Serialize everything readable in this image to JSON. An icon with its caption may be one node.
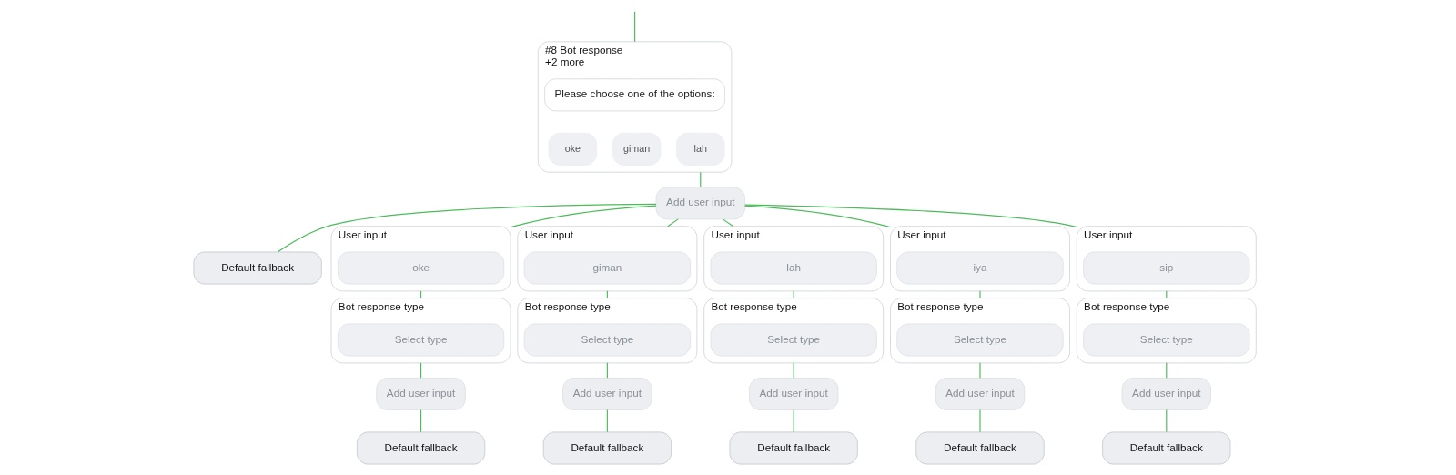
{
  "diagram": {
    "nodes": [
      {
        "text": [
          "#8 Bot response",
          "+2 more"
        ]
      },
      {
        "text": [
          "Please choose one of the options:"
        ],
        "in": 0
      },
      {
        "text": [
          "oke"
        ],
        "in": 0
      },
      {
        "text": [
          "giman"
        ],
        "in": 0
      },
      {
        "text": [
          "lah"
        ],
        "in": 0
      },
      {
        "text": [
          "Add user input"
        ]
      },
      {
        "text": [
          "Default fallback"
        ]
      },
      {
        "text": [
          "User input"
        ]
      },
      {
        "text": [
          "oke"
        ],
        "in": 7
      },
      {
        "text": [
          "Bot response type"
        ]
      },
      {
        "text": [
          "Select type"
        ],
        "in": 9
      },
      {
        "text": [
          "Add user input"
        ]
      },
      {
        "text": [
          "Default fallback"
        ]
      },
      {
        "text": [
          "User input"
        ]
      },
      {
        "text": [
          "giman"
        ],
        "in": 13
      },
      {
        "text": [
          "Bot response type"
        ]
      },
      {
        "text": [
          "Select type"
        ],
        "in": 15
      },
      {
        "text": [
          "Add user input"
        ]
      },
      {
        "text": [
          "Default fallback"
        ]
      },
      {
        "text": [
          "User input"
        ]
      },
      {
        "text": [
          "lah"
        ],
        "in": 19
      },
      {
        "text": [
          "Bot response type"
        ]
      },
      {
        "text": [
          "Select type"
        ],
        "in": 21
      },
      {
        "text": [
          "Add user input"
        ]
      },
      {
        "text": [
          "Default fallback"
        ]
      },
      {
        "text": [
          "User input"
        ]
      },
      {
        "text": [
          "iya"
        ],
        "in": 25
      },
      {
        "text": [
          "Bot response type"
        ]
      },
      {
        "text": [
          "Select type"
        ],
        "in": 27
      },
      {
        "text": [
          "Add user input"
        ]
      },
      {
        "text": [
          "Default fallback"
        ]
      },
      {
        "text": [
          "User input"
        ]
      },
      {
        "text": [
          "sip"
        ],
        "in": 31
      },
      {
        "text": [
          "Bot response type"
        ]
      },
      {
        "text": [
          "Select type"
        ],
        "in": 33
      },
      {
        "text": [
          "Add user input"
        ]
      },
      {
        "text": [
          "Default fallback"
        ]
      }
    ],
    "edges": [
      {
        "from": null,
        "to": 0,
        "arrow": "none"
      },
      {
        "from": 0,
        "to": 5,
        "arrow": "none"
      },
      {
        "from": 5,
        "to": 6,
        "arrow": "none"
      },
      {
        "from": 5,
        "to": 7,
        "arrow": "none"
      },
      {
        "from": 5,
        "to": 13,
        "arrow": "none"
      },
      {
        "from": 5,
        "to": 19,
        "arrow": "none"
      },
      {
        "from": 5,
        "to": 25,
        "arrow": "none"
      },
      {
        "from": 5,
        "to": 31,
        "arrow": "none"
      },
      {
        "from": 7,
        "to": 9,
        "arrow": "none"
      },
      {
        "from": 9,
        "to": 11,
        "arrow": "none"
      },
      {
        "from": 11,
        "to": 12,
        "arrow": "none"
      },
      {
        "from": 13,
        "to": 15,
        "arrow": "none"
      },
      {
        "from": 15,
        "to": 17,
        "arrow": "none"
      },
      {
        "from": 17,
        "to": 18,
        "arrow": "none"
      },
      {
        "from": 19,
        "to": 21,
        "arrow": "none"
      },
      {
        "from": 21,
        "to": 23,
        "arrow": "none"
      },
      {
        "from": 23,
        "to": 24,
        "arrow": "none"
      },
      {
        "from": 25,
        "to": 27,
        "arrow": "none"
      },
      {
        "from": 27,
        "to": 29,
        "arrow": "none"
      },
      {
        "from": 29,
        "to": 30,
        "arrow": "none"
      },
      {
        "from": 31,
        "to": 33,
        "arrow": "none"
      },
      {
        "from": 33,
        "to": 35,
        "arrow": "none"
      },
      {
        "from": 35,
        "to": 36,
        "arrow": "none"
      }
    ]
  }
}
